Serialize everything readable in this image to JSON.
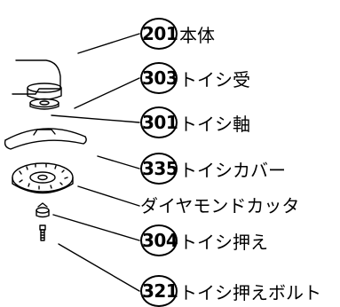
{
  "callouts": [
    {
      "number": "201",
      "name": "本体"
    },
    {
      "number": "303",
      "name": "トイシ受"
    },
    {
      "number": "301",
      "name": "トイシ軸"
    },
    {
      "number": "335",
      "name": "トイシカバー"
    },
    {
      "number": "",
      "name": "ダイヤモンドカッタ"
    },
    {
      "number": "304",
      "name": "トイシ押え"
    },
    {
      "number": "321",
      "name": "トイシ押えボルト"
    }
  ]
}
